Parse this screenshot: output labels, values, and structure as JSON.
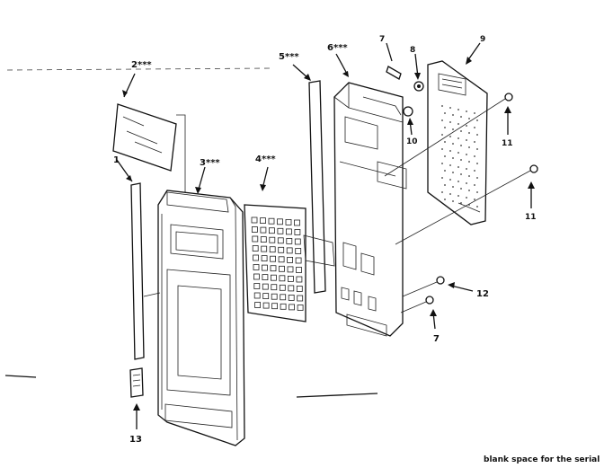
{
  "diagram": {
    "callouts": {
      "p1": "1",
      "p2": "2***",
      "p3": "3***",
      "p4": "4***",
      "p5": "5***",
      "p6": "6***",
      "p7a": "7",
      "p7b": "7",
      "p8": "8",
      "p9": "9",
      "p10": "10",
      "p11a": "11",
      "p11b": "11",
      "p12": "12",
      "p13": "13"
    },
    "footer_text": "blank space for the serial"
  }
}
